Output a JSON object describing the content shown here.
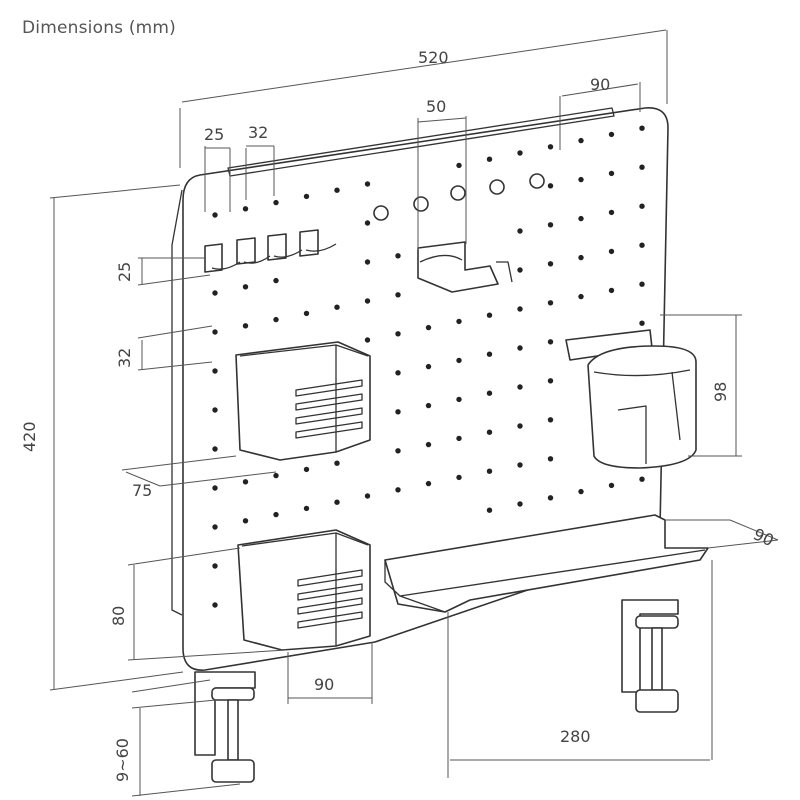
{
  "title": "Dimensions (mm)",
  "dims": {
    "width": "520",
    "height": "420",
    "shelf_width": "90",
    "hook_spacing_a": "25",
    "hook_spacing_b": "32",
    "holder_width": "50",
    "hook_height": "25",
    "hole_pitch": "32",
    "cup_height": "98",
    "box_depth": "75",
    "box_height": "80",
    "box_width": "90",
    "shelf_depth": "90",
    "clamp_range": "9~60",
    "clamp_spacing": "280"
  },
  "colors": {
    "line": "#555555",
    "outline": "#333333",
    "hole": "#222222"
  }
}
